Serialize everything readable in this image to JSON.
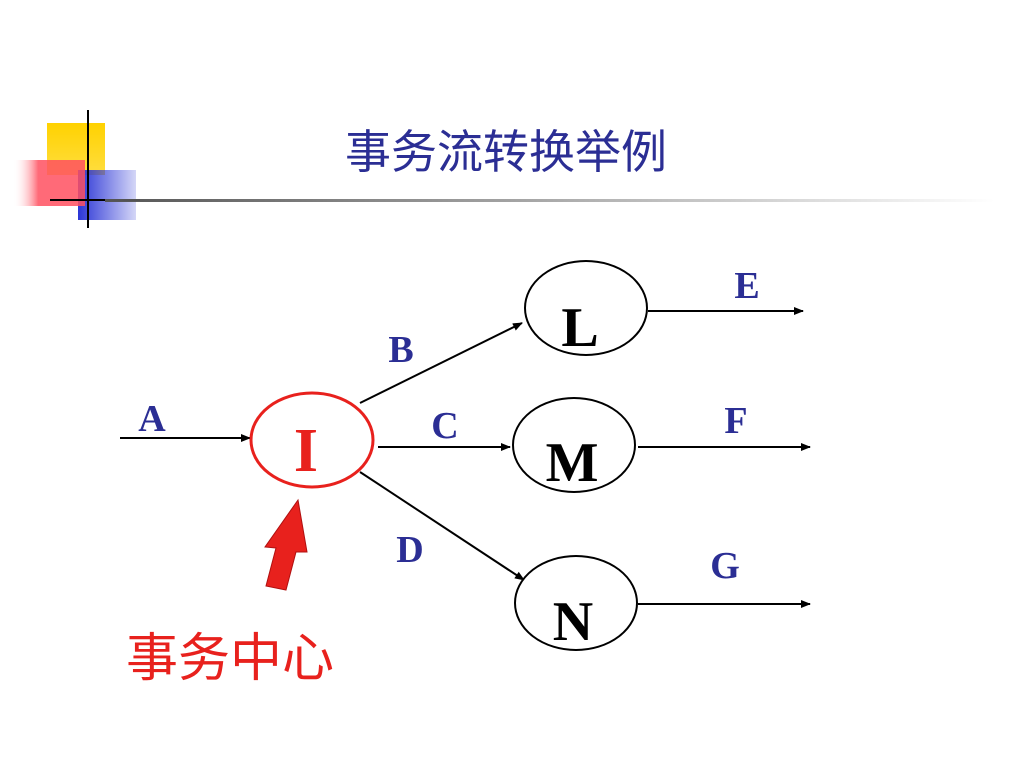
{
  "slide": {
    "title": "事务流转换举例"
  },
  "colors": {
    "title": "#2b2e94",
    "edge_label": "#2b2e94",
    "node_text": "#000000",
    "center_node": "#e8211d",
    "center_arrow": "#e8211d",
    "deco_yellow": "#ffd200",
    "deco_blue": "#2b35d6",
    "deco_red": "#ff5060"
  },
  "diagram": {
    "center_node": {
      "label": "I"
    },
    "nodes": [
      {
        "id": "L",
        "label": "L"
      },
      {
        "id": "M",
        "label": "M"
      },
      {
        "id": "N",
        "label": "N"
      }
    ],
    "edges": [
      {
        "id": "A",
        "label": "A"
      },
      {
        "id": "B",
        "label": "B"
      },
      {
        "id": "C",
        "label": "C"
      },
      {
        "id": "D",
        "label": "D"
      },
      {
        "id": "E",
        "label": "E"
      },
      {
        "id": "F",
        "label": "F"
      },
      {
        "id": "G",
        "label": "G"
      }
    ],
    "center_caption": "事务中心"
  }
}
